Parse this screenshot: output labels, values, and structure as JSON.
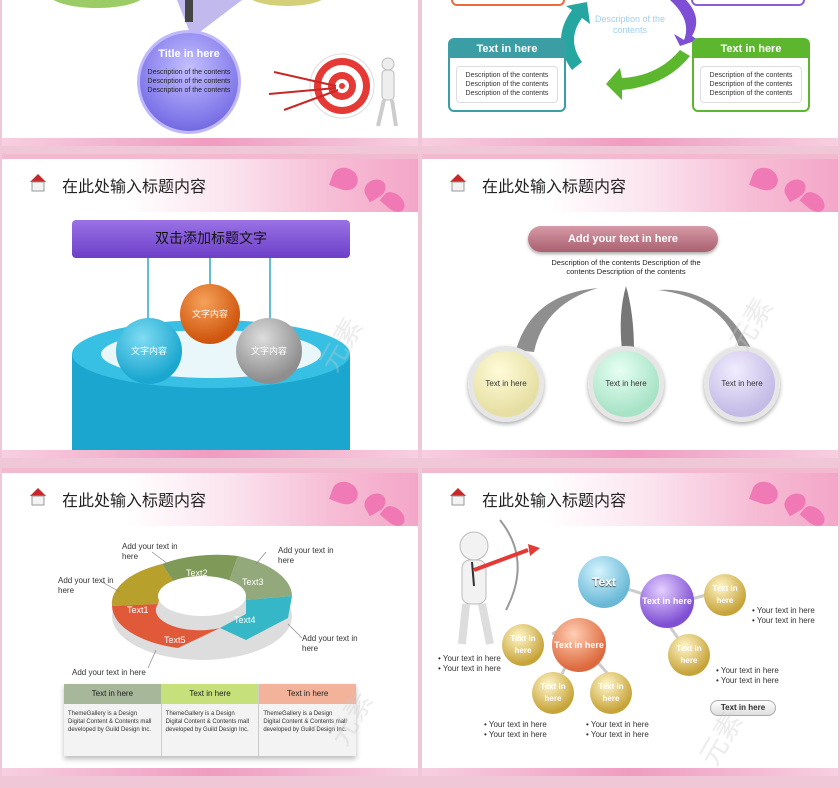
{
  "slide1": {
    "circle_title": "Title in here",
    "circle_desc": [
      "Description of the contents",
      "Description of the contents",
      "Description of the contents"
    ]
  },
  "slide2": {
    "center_desc": "Description of the contents",
    "left_box": {
      "title": "Text in here",
      "desc": [
        "Description of the contents",
        "Description of the contents",
        "Description of the contents"
      ]
    },
    "right_box": {
      "title": "Text in here",
      "desc": [
        "Description of the contents",
        "Description of the contents",
        "Description of the contents"
      ]
    }
  },
  "slide_title": "在此处输入标题内容",
  "slide3": {
    "header": "双击添加标题文字",
    "balls": [
      "文字内容",
      "文字内容",
      "文字内容"
    ]
  },
  "slide4": {
    "pill": "Add your text in here",
    "desc": "Description of the contents Description of the contents Description of the contents",
    "balls": [
      "Text in here",
      "Text in here",
      "Text in here"
    ]
  },
  "slide5": {
    "segments": [
      "Text1",
      "Text2",
      "Text3",
      "Text4",
      "Text5"
    ],
    "callouts": [
      "Add your text in here",
      "Add your text in here",
      "Add your text in here",
      "Add your text in here",
      "Add your text in here"
    ],
    "table": [
      {
        "title": "Text in here",
        "body": [
          "ThemeGallery is a Design",
          "Digital Content & Contents mall",
          "developed by Guild Design Inc."
        ],
        "color": "#a7b79a"
      },
      {
        "title": "Text in here",
        "body": [
          "ThemeGallery is a Design",
          "Digital Content & Contents mall",
          "developed by Guild Design Inc."
        ],
        "color": "#c6e07b"
      },
      {
        "title": "Text in here",
        "body": [
          "ThemeGallery is a Design",
          "Digital Content & Contents mall",
          "developed by Guild Design Inc."
        ],
        "color": "#f3b39a"
      }
    ]
  },
  "slide6": {
    "main_ball": "Text",
    "balls": [
      "Text in here",
      "Text in here",
      "Text in here",
      "Text in here",
      "Text in here",
      "Text in here",
      "Text in here"
    ],
    "bullets": [
      "• Your text in here",
      "• Your text in here"
    ],
    "pill": "Text in here"
  }
}
